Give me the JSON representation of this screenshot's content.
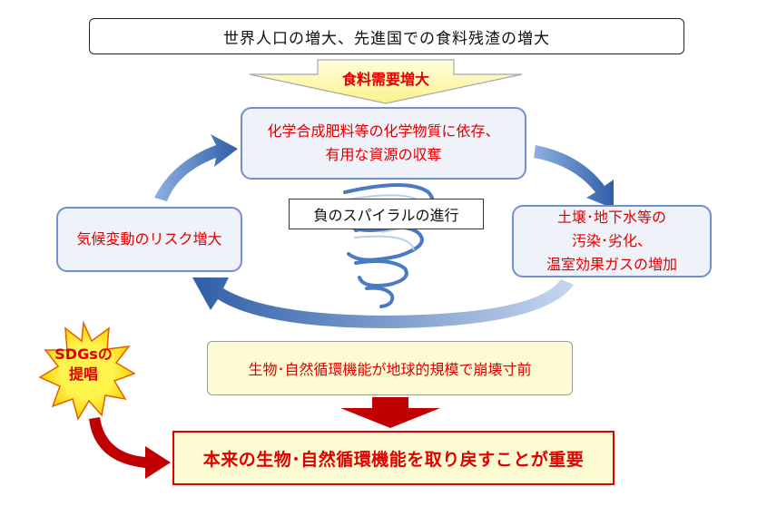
{
  "header": {
    "text": "世界人口の増大、先進国での食料残渣の増大"
  },
  "demand_arrow": {
    "text": "食料需要増大"
  },
  "cycle": {
    "top": {
      "lines": [
        "化学合成肥料等の化学物質に依存、",
        "有用な資源の収奪"
      ]
    },
    "right": {
      "lines": [
        "土壌･地下水等の",
        "汚染･劣化、",
        "温室効果ガスの増加"
      ]
    },
    "left": {
      "lines": [
        "気候変動のリスク増大"
      ]
    },
    "center_label": "負のスパイラルの進行"
  },
  "collapse_box": {
    "text": "生物･自然循環機能が地球的規模で崩壊寸前"
  },
  "goal_box": {
    "text": "本来の生物･自然循環機能を取り戻すことが重要"
  },
  "sdgs_star": {
    "lines": [
      "SDGsの",
      "提唱"
    ]
  },
  "colors": {
    "red_text": "#e00000",
    "blue_border": "#6f8fcf",
    "blue_fill": "#eff2f9",
    "yellow_fill": "#fdfbd2",
    "arrow_blue": "#3f6fb5",
    "dark_red_arrow": "#c00000"
  }
}
